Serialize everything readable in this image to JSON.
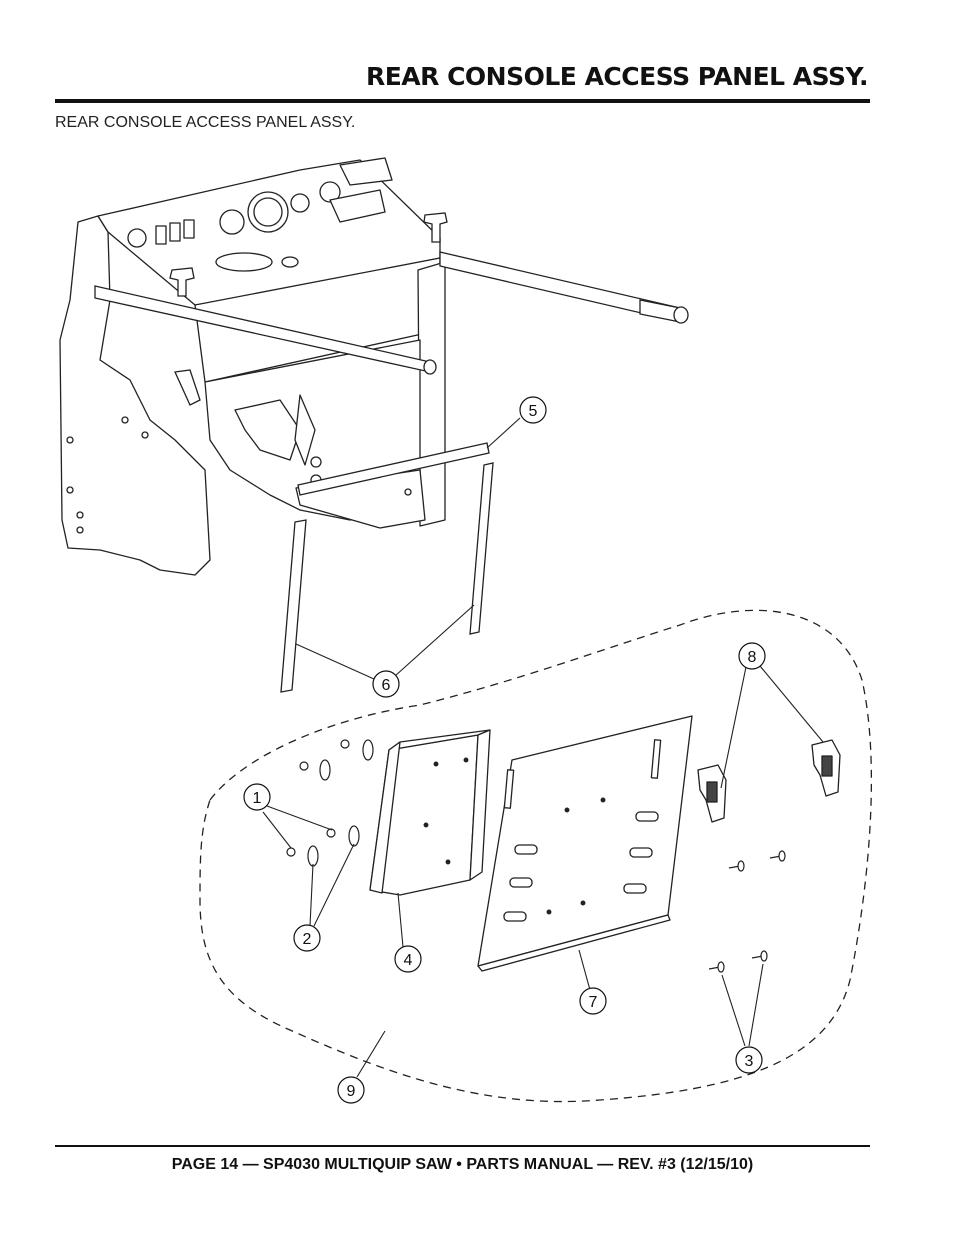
{
  "header": {
    "title": "REAR CONSOLE ACCESS PANEL ASSY."
  },
  "section": {
    "subtitle": "REAR CONSOLE ACCESS PANEL ASSY."
  },
  "callouts": [
    {
      "number": "1"
    },
    {
      "number": "2"
    },
    {
      "number": "3"
    },
    {
      "number": "4"
    },
    {
      "number": "5"
    },
    {
      "number": "6"
    },
    {
      "number": "7"
    },
    {
      "number": "8"
    },
    {
      "number": "9"
    }
  ],
  "footer": {
    "text": "PAGE 14 — SP4030 MULTIQUIP SAW • PARTS MANUAL — REV. #3 (12/15/10)"
  }
}
